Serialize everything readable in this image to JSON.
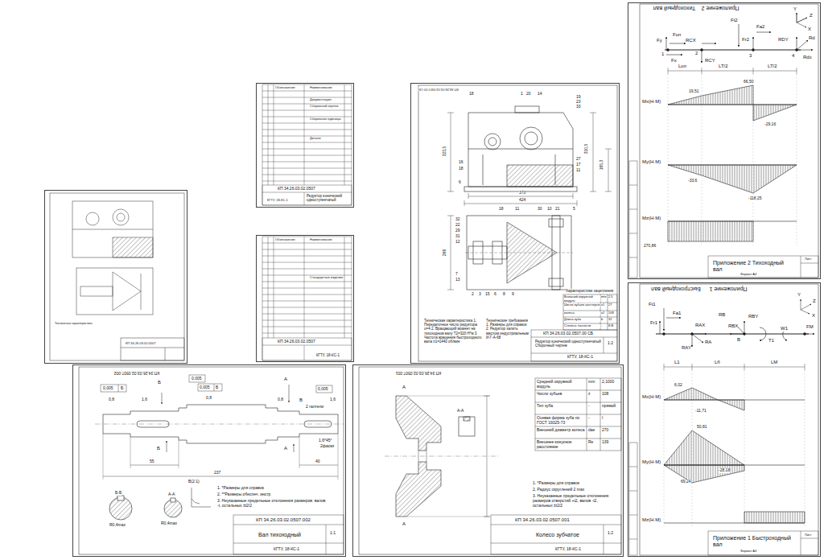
{
  "diagram": {
    "nodes": [
      {
        "text": [
          "КП 34.26.03.02.0507"
        ]
      },
      {
        "text": [
          "Редуктор конический одноступенчатый"
        ]
      },
      {
        "text": [
          "КГТУ, 18-КС-1"
        ]
      },
      {
        "text": [
          "Редуктор конический одноступенчатый Сборочный чертеж"
        ]
      },
      {
        "text": [
          "Вал тихоходный"
        ]
      },
      {
        "text": [
          "Колесо зубчатое"
        ]
      },
      {
        "text": [
          "Приложение 2 Тихоходный вал"
        ]
      },
      {
        "text": [
          "Приложение 1 Быстроходный вал"
        ]
      }
    ],
    "labels": [
      "Тихоходный вал",
      "Приложение 2",
      "Y",
      "Z",
      "X",
      "Ft2",
      "Fa2",
      "Fr2",
      "Fy",
      "Fоп",
      "Fx",
      "RCX",
      "RCY",
      "1",
      "2",
      "3",
      "4",
      "RDY",
      "Rd",
      "Rdx",
      "Lоп",
      "LT/2",
      "LT/2",
      "Mx(H·M)",
      "19,51",
      "66,50",
      "-29,16",
      "My(H·M)",
      "-33,6",
      "-118,25",
      "Mz(H·M)",
      "270,86",
      "Формат А4",
      "Лист",
      "Быстроходный вал",
      "Приложение 1",
      "Y",
      "Z",
      "X",
      "Ft1",
      "Fa1",
      "Fr1",
      "RAX",
      "RA",
      "RAY",
      "RB",
      "RBY",
      "RBX",
      "B",
      "T1",
      "W1",
      "FM",
      "L1",
      "Lб",
      "LM",
      "Mx(H·M)",
      "6,02",
      "-11,71",
      "My(H·M)",
      "50,81",
      "-28,18",
      "69,24",
      "Mz(H·M)",
      "Формат А4",
      "Лист",
      "КП 34.26.03.02.0507.002",
      "0,005",
      "Б",
      "Б",
      "0,005",
      "0,005",
      "Б",
      "A",
      "0,005",
      "В",
      "2 галтели",
      "0,8",
      "1,6",
      "0,8",
      "0,8",
      "1,6",
      "1,6*45°",
      "2фаски",
      "Б",
      "A",
      "237",
      "55",
      "40",
      "В(2:1)",
      "1. *Размеры для справок",
      "2. **Размеры обеспеч. инстр",
      "3. Неуказанные предельные отклонения размеров: валов -t, остальных ±t2/2",
      "Б-Б",
      "А-А",
      "R0,4max",
      "R0,4max",
      "КП 34.26.03.02.0507.002",
      "КГТУ, 18-КС-1",
      "1:1",
      "КП 34.26.03.02.0507.001",
      "A",
      "А-А",
      "A",
      "Средний окружной модуль",
      "mm",
      "2,1000",
      "Число зубьев",
      "z",
      "108",
      "Тип зуба",
      "-",
      "прямой",
      "Осевая форма зуба по ГОСТ 19325-73",
      "-",
      "I",
      "Внешний диаметр колеса",
      "dae",
      "270",
      "Внешнее конусное расстояние",
      "Re",
      "139",
      "1. *Размеры для справок",
      "2. Радиус скруглений 2 max",
      "3. Неуказанные предельные отклонения размеров отверстий +t2, валов -t2, остальных ±t2/2",
      "КП 34.26.03.02.0507.001",
      "КГТУ, 18-КС-1",
      "1:2",
      "КП 34.26.03.02.0507.00 СБ",
      "18",
      "1",
      "20",
      "14",
      "19",
      "23",
      "33",
      "16",
      "18",
      "6",
      "27",
      "17",
      "11",
      "323,5",
      "310,5",
      "165,3",
      "370",
      "424",
      "18",
      "11",
      "30",
      "10",
      "21",
      "5",
      "32",
      "22",
      "29",
      "31",
      "12",
      "7",
      "13",
      "266",
      "2",
      "3",
      "15",
      "6",
      "8",
      "9",
      "Техническая характеристика 1. Передаточное число редуктора u=4 2. Вращающий момент на тихоходном валу T2=320 Н*м 3. Частота вращения быстроходного вала n1=1440 об/мин",
      "Технические требования 1. Размеры для справок 2. Редуктор залить маслом индустриальным И-Г-А-68",
      "Характеристики зацепления",
      "Внешний окружной модуль",
      "mte",
      "2,5",
      "Число зубьев шестерни",
      "z1",
      "27",
      "колеса",
      "z2",
      "108",
      "Длина зуба",
      "b",
      "32",
      "Степень точности",
      "-",
      "8-В",
      "КП 34.26.03.02.0507.00 СБ",
      "1:2",
      "КГТУ, 18-КС-1",
      "Обозначение",
      "Наименование",
      "Документация",
      "Сборочный чертеж",
      "Сборочные единицы",
      "Детали",
      "КП 34.26.03.02.0507",
      "КГТУ, 18-КС-1",
      "Обозначение",
      "Наименование",
      "Стандартные изделия",
      "КП 34.26.03.02.0507",
      "Техническая характеристика"
    ]
  }
}
